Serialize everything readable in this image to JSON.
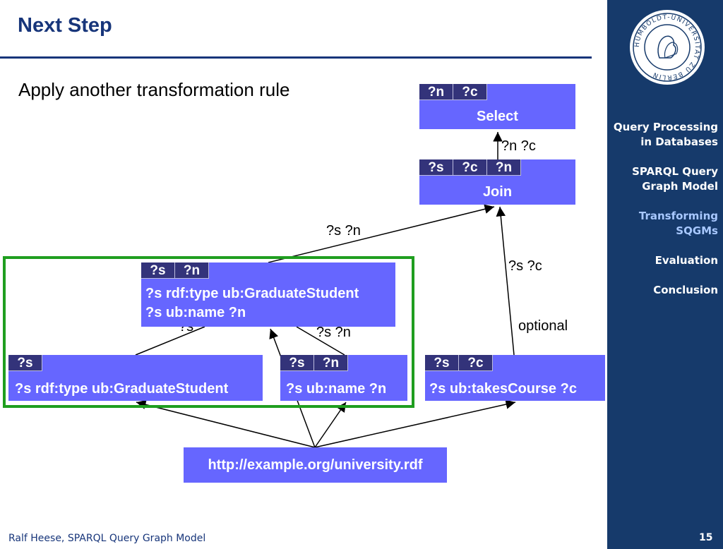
{
  "slide": {
    "title": "Next Step",
    "subtitle": "Apply another transformation rule",
    "footer_author": "Ralf Heese, SPARQL Query Graph Model",
    "page_number": "15"
  },
  "sidebar": {
    "logo_text": "HUMBOLDT-UNIVERSITÄT ZU BERLIN",
    "items": [
      {
        "label": "Query Processing in Databases",
        "active": false
      },
      {
        "label": "SPARQL Query Graph Model",
        "active": false
      },
      {
        "label": "Transforming SQGMs",
        "active": true
      },
      {
        "label": "Evaluation",
        "active": false
      },
      {
        "label": "Conclusion",
        "active": false
      }
    ]
  },
  "diagram": {
    "nodes": {
      "select": {
        "vars": [
          "?n",
          "?c"
        ],
        "label": "Select"
      },
      "join": {
        "vars": [
          "?s",
          "?c",
          "?n"
        ],
        "label": "Join"
      },
      "merged": {
        "vars": [
          "?s",
          "?n"
        ],
        "line1": "?s rdf:type ub:GraduateStudent",
        "line2": "?s ub:name ?n"
      },
      "graduate": {
        "vars": [
          "?s"
        ],
        "label": "?s rdf:type ub:GraduateStudent"
      },
      "name": {
        "vars": [
          "?s",
          "?n"
        ],
        "label": "?s ub:name ?n"
      },
      "course": {
        "vars": [
          "?s",
          "?c"
        ],
        "label": "?s ub:takesCourse ?c"
      },
      "source": {
        "label": "http://example.org/university.rdf"
      }
    },
    "edge_labels": {
      "join_to_select": "?n ?c",
      "merged_to_join": "?s ?n",
      "course_to_join": "?s ?c",
      "optional": "optional",
      "graduate_to_merged": "?s",
      "name_to_merged": "?s ?n"
    }
  },
  "colors": {
    "brand": "#17357a",
    "box": "#6666ff",
    "tag": "#33337a",
    "frame": "#1f9e1f",
    "sidebar": "#163a6b"
  }
}
